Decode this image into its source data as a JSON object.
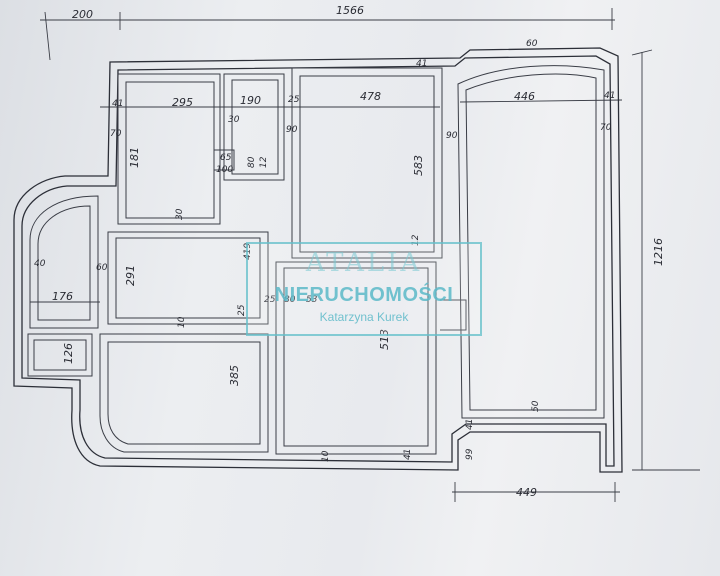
{
  "dimensions": {
    "top_left": "200",
    "top_total": "1566",
    "top_right_wall": "60",
    "room1_width": "295",
    "room2_width": "190",
    "room3_width": "478",
    "room4_width": "446",
    "wall_41a": "41",
    "wall_25": "25",
    "wall_41b": "41",
    "wall_41c": "41",
    "wall_70a": "70",
    "wall_30a": "30",
    "wall_90a": "90",
    "wall_90b": "90",
    "wall_70b": "70",
    "room1_height": "181",
    "shaft_65": "65",
    "shaft_100": "100",
    "shaft_80": "80",
    "shaft_12a": "12",
    "room3_height": "583",
    "total_height": "1216",
    "wall_30b": "30",
    "hall_height": "419",
    "wall_12b": "12",
    "wall_40": "40",
    "wall_60": "60",
    "room_291": "291",
    "room_176": "176",
    "wall_25b": "25",
    "door_80": "80",
    "door_53": "53",
    "wall_10a": "10",
    "wall_25c": "25",
    "room_126": "126",
    "room_385": "385",
    "room_513": "513",
    "wall_10b": "10",
    "wall_41d": "41",
    "wall_50": "50",
    "wall_41e": "41",
    "wall_99": "99",
    "bottom_449": "449"
  },
  "watermark": {
    "line1": "ATALIA",
    "line2": "NIERUCHOMOŚCI",
    "line3": "Katarzyna Kurek"
  },
  "colors": {
    "ink": "#2c2f38",
    "paper": "#e8eaee",
    "watermark": "#5ab9c8"
  }
}
